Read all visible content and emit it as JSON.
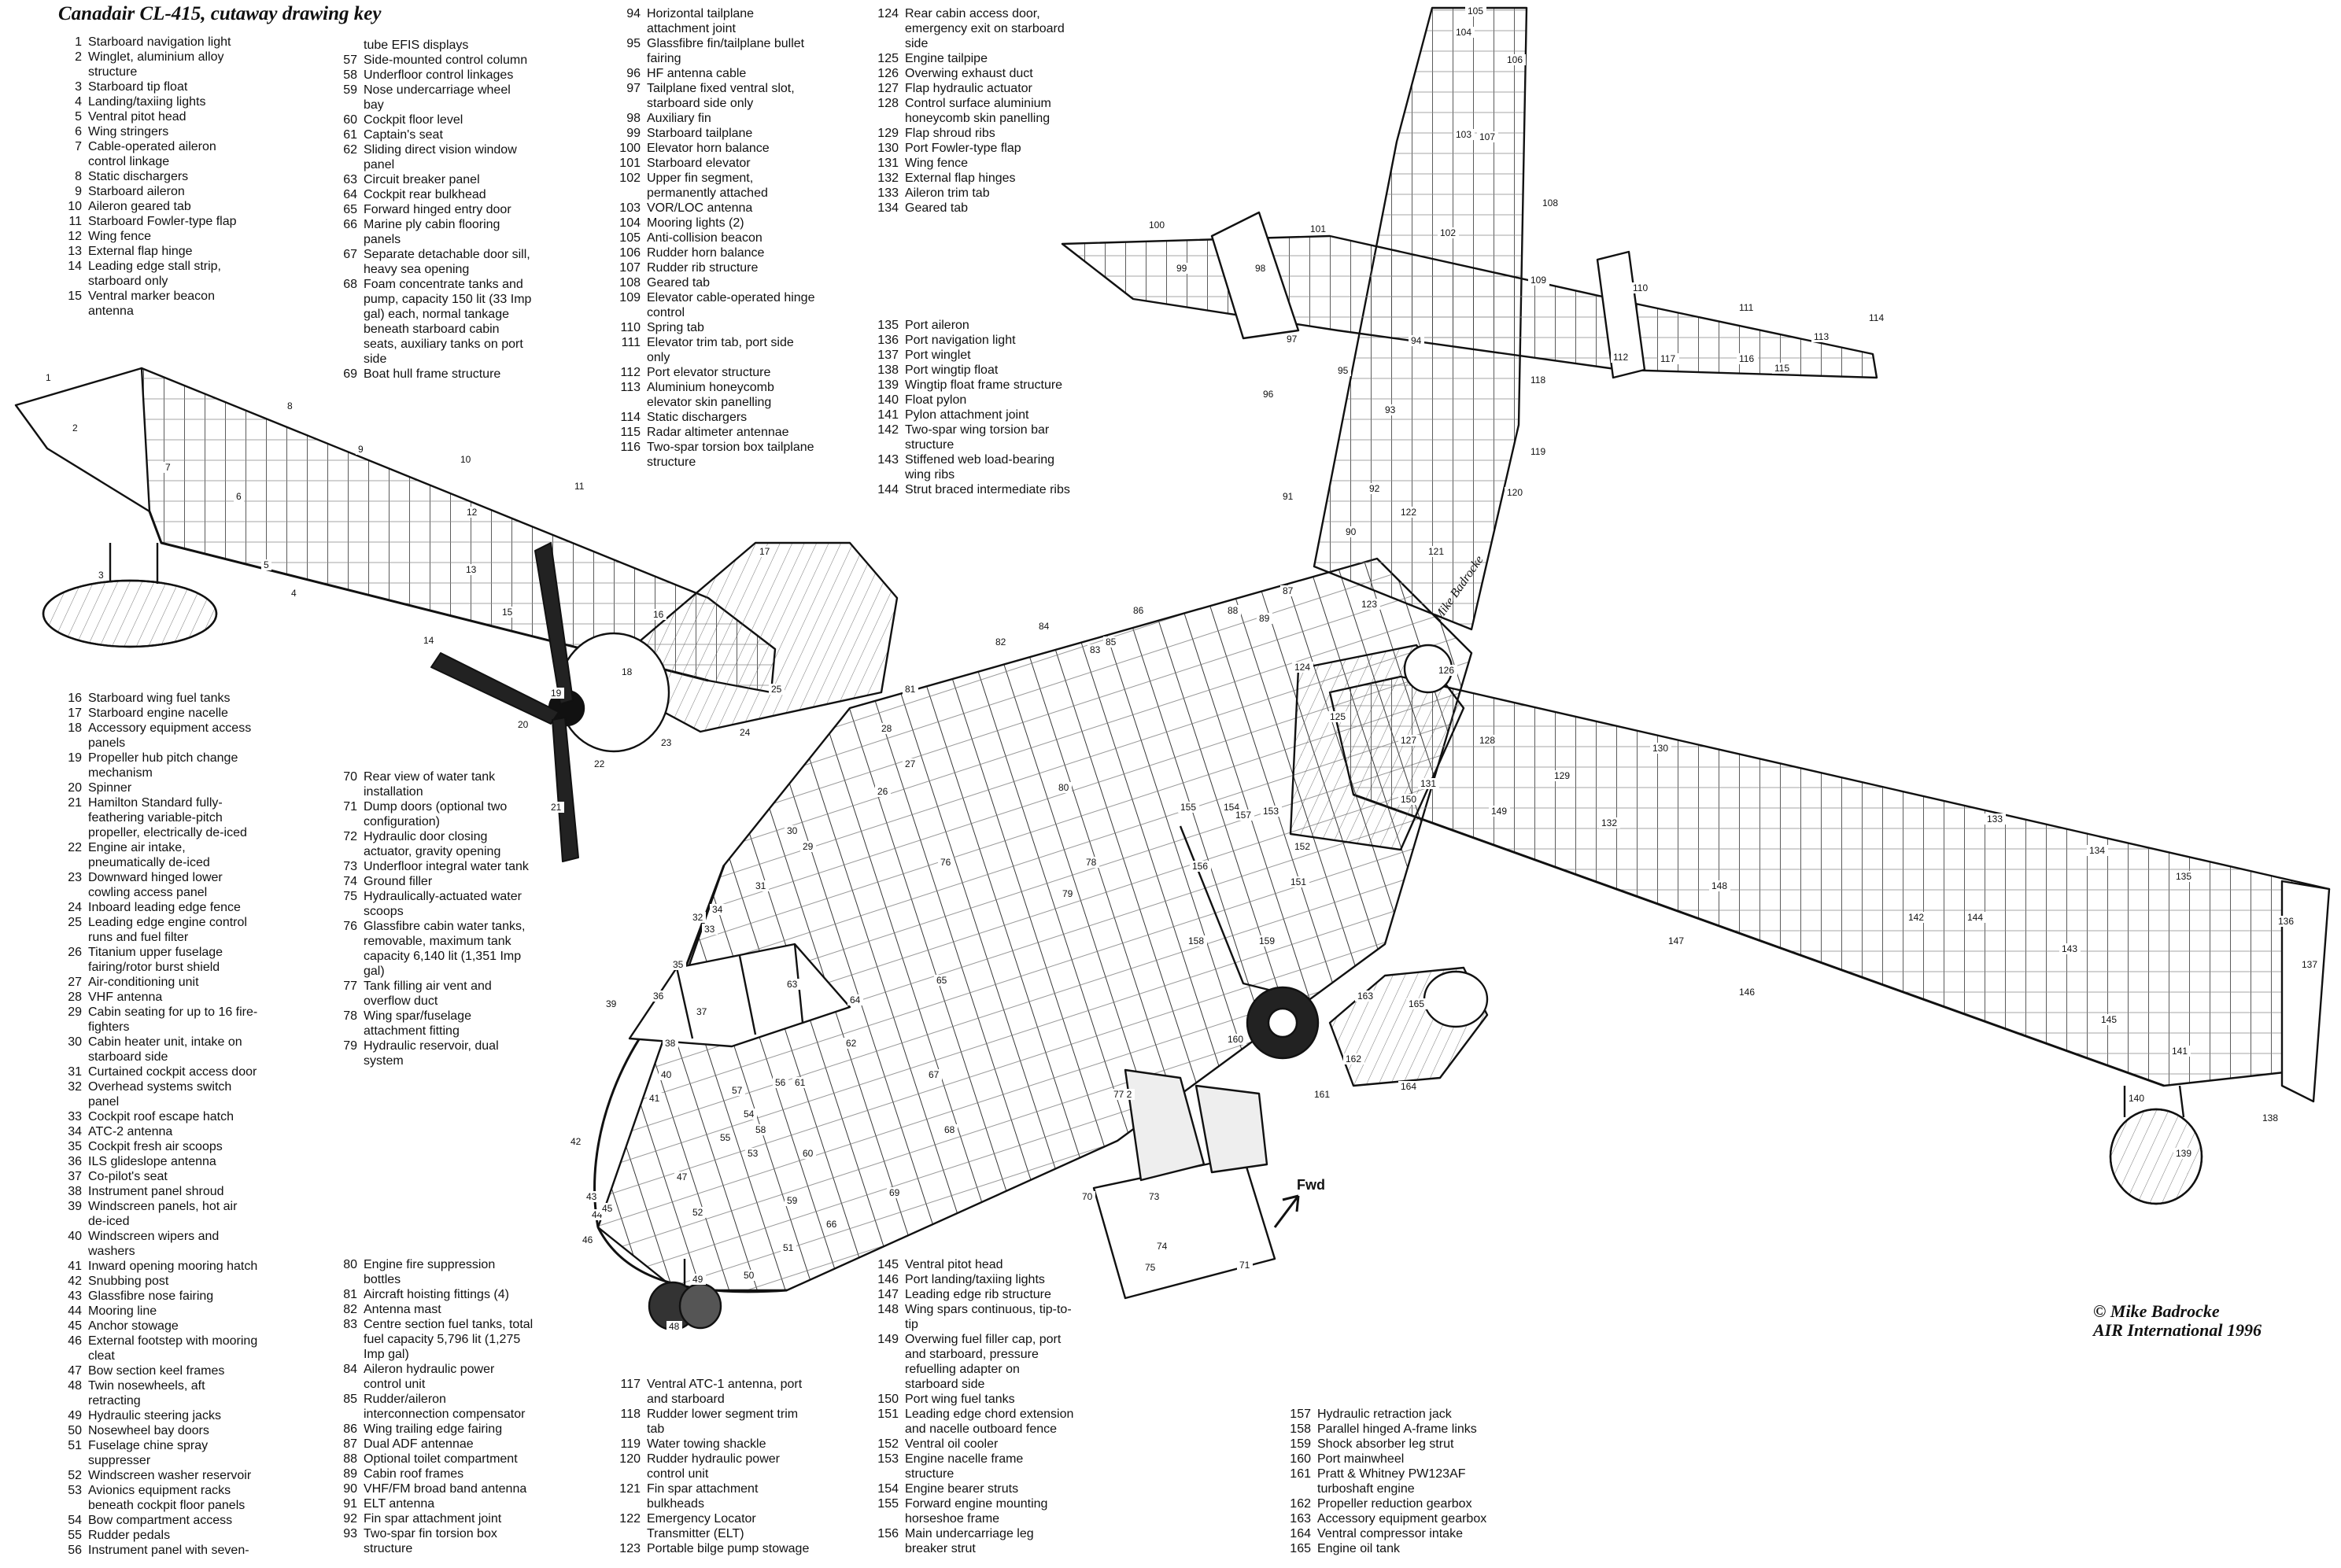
{
  "title": "Canadair CL-415, cutaway drawing key",
  "credit": {
    "line1": "© Mike Badrocke",
    "line2": "AIR International 1996"
  },
  "signature": "Mike Badrocke",
  "fwd_label": "Fwd",
  "key_columns": [
    [
      {
        "n": "1",
        "t": "Starboard navigation light"
      },
      {
        "n": "2",
        "t": "Winglet, aluminium alloy\nstructure"
      },
      {
        "n": "3",
        "t": "Starboard tip float"
      },
      {
        "n": "4",
        "t": "Landing/taxiing lights"
      },
      {
        "n": "5",
        "t": "Ventral pitot head"
      },
      {
        "n": "6",
        "t": "Wing stringers"
      },
      {
        "n": "7",
        "t": "Cable-operated aileron\ncontrol linkage"
      },
      {
        "n": "8",
        "t": "Static dischargers"
      },
      {
        "n": "9",
        "t": "Starboard aileron"
      },
      {
        "n": "10",
        "t": "Aileron geared tab"
      },
      {
        "n": "11",
        "t": "Starboard Fowler-type flap"
      },
      {
        "n": "12",
        "t": "Wing fence"
      },
      {
        "n": "13",
        "t": "External flap hinge"
      },
      {
        "n": "14",
        "t": "Leading edge stall strip,\nstarboard only"
      },
      {
        "n": "15",
        "t": "Ventral marker beacon\nantenna"
      }
    ],
    [
      {
        "n": "",
        "t": "tube EFIS displays"
      },
      {
        "n": "57",
        "t": "Side-mounted control column"
      },
      {
        "n": "58",
        "t": "Underfloor control linkages"
      },
      {
        "n": "59",
        "t": "Nose undercarriage wheel\nbay"
      },
      {
        "n": "60",
        "t": "Cockpit floor level"
      },
      {
        "n": "61",
        "t": "Captain's seat"
      },
      {
        "n": "62",
        "t": "Sliding direct vision window\npanel"
      },
      {
        "n": "63",
        "t": "Circuit breaker panel"
      },
      {
        "n": "64",
        "t": "Cockpit rear bulkhead"
      },
      {
        "n": "65",
        "t": "Forward hinged entry door"
      },
      {
        "n": "66",
        "t": "Marine ply cabin flooring\npanels"
      },
      {
        "n": "67",
        "t": "Separate detachable door sill,\nheavy sea opening"
      },
      {
        "n": "68",
        "t": "Foam concentrate tanks and\npump, capacity 150 lit (33 Imp\ngal) each, normal tankage\nbeneath starboard cabin\nseats, auxiliary tanks on port\nside"
      },
      {
        "n": "69",
        "t": "Boat hull frame structure"
      }
    ],
    [
      {
        "n": "94",
        "t": "Horizontal tailplane\nattachment joint"
      },
      {
        "n": "95",
        "t": "Glassfibre fin/tailplane bullet\nfairing"
      },
      {
        "n": "96",
        "t": "HF antenna cable"
      },
      {
        "n": "97",
        "t": "Tailplane fixed ventral slot,\nstarboard side only"
      },
      {
        "n": "98",
        "t": "Auxiliary fin"
      },
      {
        "n": "99",
        "t": "Starboard tailplane"
      },
      {
        "n": "100",
        "t": "Elevator horn balance"
      },
      {
        "n": "101",
        "t": "Starboard elevator"
      },
      {
        "n": "102",
        "t": "Upper fin segment,\npermanently attached"
      },
      {
        "n": "103",
        "t": "VOR/LOC antenna"
      },
      {
        "n": "104",
        "t": "Mooring lights (2)"
      },
      {
        "n": "105",
        "t": "Anti-collision beacon"
      },
      {
        "n": "106",
        "t": "Rudder horn balance"
      },
      {
        "n": "107",
        "t": "Rudder rib structure"
      },
      {
        "n": "108",
        "t": "Geared tab"
      },
      {
        "n": "109",
        "t": "Elevator cable-operated hinge\ncontrol"
      },
      {
        "n": "110",
        "t": "Spring tab"
      },
      {
        "n": "111",
        "t": "Elevator trim tab, port side\nonly"
      },
      {
        "n": "112",
        "t": "Port elevator structure"
      },
      {
        "n": "113",
        "t": "Aluminium honeycomb\nelevator skin panelling"
      },
      {
        "n": "114",
        "t": "Static dischargers"
      },
      {
        "n": "115",
        "t": "Radar altimeter antennae"
      },
      {
        "n": "116",
        "t": "Two-spar torsion box tailplane\nstructure"
      }
    ],
    [
      {
        "n": "124",
        "t": "Rear cabin access door,\nemergency exit on starboard\nside"
      },
      {
        "n": "125",
        "t": "Engine tailpipe"
      },
      {
        "n": "126",
        "t": "Overwing exhaust duct"
      },
      {
        "n": "127",
        "t": "Flap hydraulic actuator"
      },
      {
        "n": "128",
        "t": "Control surface aluminium\nhoneycomb skin panelling"
      },
      {
        "n": "129",
        "t": "Flap shroud ribs"
      },
      {
        "n": "130",
        "t": "Port Fowler-type flap"
      },
      {
        "n": "131",
        "t": "Wing fence"
      },
      {
        "n": "132",
        "t": "External flap hinges"
      },
      {
        "n": "133",
        "t": "Aileron trim tab"
      },
      {
        "n": "134",
        "t": "Geared tab"
      }
    ],
    [
      {
        "n": "135",
        "t": "Port aileron"
      },
      {
        "n": "136",
        "t": "Port navigation light"
      },
      {
        "n": "137",
        "t": "Port winglet"
      },
      {
        "n": "138",
        "t": "Port wingtip float"
      },
      {
        "n": "139",
        "t": "Wingtip float frame structure"
      },
      {
        "n": "140",
        "t": "Float pylon"
      },
      {
        "n": "141",
        "t": "Pylon attachment joint"
      },
      {
        "n": "142",
        "t": "Two-spar wing torsion bar\nstructure"
      },
      {
        "n": "143",
        "t": "Stiffened web load-bearing\nwing ribs"
      },
      {
        "n": "144",
        "t": "Strut braced intermediate ribs"
      }
    ],
    [
      {
        "n": "16",
        "t": "Starboard wing fuel tanks"
      },
      {
        "n": "17",
        "t": "Starboard engine nacelle"
      },
      {
        "n": "18",
        "t": "Accessory equipment access\npanels"
      },
      {
        "n": "19",
        "t": "Propeller hub pitch change\nmechanism"
      },
      {
        "n": "20",
        "t": "Spinner"
      },
      {
        "n": "21",
        "t": "Hamilton Standard fully-\nfeathering variable-pitch\npropeller, electrically de-iced"
      },
      {
        "n": "22",
        "t": "Engine air intake,\npneumatically de-iced"
      },
      {
        "n": "23",
        "t": "Downward hinged lower\ncowling access panel"
      },
      {
        "n": "24",
        "t": "Inboard leading edge fence"
      },
      {
        "n": "25",
        "t": "Leading edge engine control\nruns and fuel filter"
      },
      {
        "n": "26",
        "t": "Titanium upper fuselage\nfairing/rotor burst shield"
      },
      {
        "n": "27",
        "t": "Air-conditioning unit"
      },
      {
        "n": "28",
        "t": "VHF antenna"
      },
      {
        "n": "29",
        "t": "Cabin seating for up to 16 fire-\nfighters"
      },
      {
        "n": "30",
        "t": "Cabin heater unit, intake on\nstarboard side"
      },
      {
        "n": "31",
        "t": "Curtained cockpit access door"
      },
      {
        "n": "32",
        "t": "Overhead systems switch\npanel"
      },
      {
        "n": "33",
        "t": "Cockpit roof escape hatch"
      },
      {
        "n": "34",
        "t": "ATC-2 antenna"
      },
      {
        "n": "35",
        "t": "Cockpit fresh air scoops"
      },
      {
        "n": "36",
        "t": "ILS glideslope antenna"
      },
      {
        "n": "37",
        "t": "Co-pilot's seat"
      },
      {
        "n": "38",
        "t": "Instrument panel shroud"
      },
      {
        "n": "39",
        "t": "Windscreen panels, hot air\nde-iced"
      },
      {
        "n": "40",
        "t": "Windscreen wipers and\nwashers"
      },
      {
        "n": "41",
        "t": "Inward opening mooring hatch"
      },
      {
        "n": "42",
        "t": "Snubbing post"
      },
      {
        "n": "43",
        "t": "Glassfibre nose fairing"
      },
      {
        "n": "44",
        "t": "Mooring line"
      },
      {
        "n": "45",
        "t": "Anchor stowage"
      },
      {
        "n": "46",
        "t": "External footstep with mooring\ncleat"
      },
      {
        "n": "47",
        "t": "Bow section keel frames"
      },
      {
        "n": "48",
        "t": "Twin nosewheels, aft\nretracting"
      },
      {
        "n": "49",
        "t": "Hydraulic steering jacks"
      },
      {
        "n": "50",
        "t": "Nosewheel bay doors"
      },
      {
        "n": "51",
        "t": "Fuselage chine spray\nsuppresser"
      },
      {
        "n": "52",
        "t": "Windscreen washer reservoir"
      },
      {
        "n": "53",
        "t": "Avionics equipment racks\nbeneath cockpit floor panels"
      },
      {
        "n": "54",
        "t": "Bow compartment access"
      },
      {
        "n": "55",
        "t": "Rudder pedals"
      },
      {
        "n": "56",
        "t": "Instrument panel with seven-"
      }
    ],
    [
      {
        "n": "70",
        "t": "Rear view of water tank\ninstallation"
      },
      {
        "n": "71",
        "t": "Dump doors (optional two\nconfiguration)"
      },
      {
        "n": "72",
        "t": "Hydraulic door closing\nactuator, gravity opening"
      },
      {
        "n": "73",
        "t": "Underfloor integral water tank"
      },
      {
        "n": "74",
        "t": "Ground filler"
      },
      {
        "n": "75",
        "t": "Hydraulically-actuated water\nscoops"
      },
      {
        "n": "76",
        "t": "Glassfibre cabin water tanks,\nremovable, maximum tank\ncapacity 6,140 lit (1,351 Imp\ngal)"
      },
      {
        "n": "77",
        "t": "Tank filling air vent and\noverflow duct"
      },
      {
        "n": "78",
        "t": "Wing spar/fuselage\nattachment fitting"
      },
      {
        "n": "79",
        "t": "Hydraulic reservoir, dual\nsystem"
      }
    ],
    [
      {
        "n": "80",
        "t": "Engine fire suppression\nbottles"
      },
      {
        "n": "81",
        "t": "Aircraft hoisting fittings (4)"
      },
      {
        "n": "82",
        "t": "Antenna mast"
      },
      {
        "n": "83",
        "t": "Centre section fuel tanks, total\nfuel capacity 5,796 lit (1,275\nImp gal)"
      },
      {
        "n": "84",
        "t": "Aileron hydraulic power\ncontrol unit"
      },
      {
        "n": "85",
        "t": "Rudder/aileron\ninterconnection compensator"
      },
      {
        "n": "86",
        "t": "Wing trailing edge fairing"
      },
      {
        "n": "87",
        "t": "Dual ADF antennae"
      },
      {
        "n": "88",
        "t": "Optional toilet compartment"
      },
      {
        "n": "89",
        "t": "Cabin roof frames"
      },
      {
        "n": "90",
        "t": "VHF/FM broad band antenna"
      },
      {
        "n": "91",
        "t": "ELT antenna"
      },
      {
        "n": "92",
        "t": "Fin spar attachment joint"
      },
      {
        "n": "93",
        "t": "Two-spar fin torsion box\nstructure"
      }
    ],
    [
      {
        "n": "117",
        "t": "Ventral ATC-1 antenna, port\nand starboard"
      },
      {
        "n": "118",
        "t": "Rudder lower segment trim\ntab"
      },
      {
        "n": "119",
        "t": "Water towing shackle"
      },
      {
        "n": "120",
        "t": "Rudder hydraulic power\ncontrol unit"
      },
      {
        "n": "121",
        "t": "Fin spar attachment\nbulkheads"
      },
      {
        "n": "122",
        "t": "Emergency Locator\nTransmitter (ELT)"
      },
      {
        "n": "123",
        "t": "Portable bilge pump stowage"
      }
    ],
    [
      {
        "n": "145",
        "t": "Ventral pitot head"
      },
      {
        "n": "146",
        "t": "Port landing/taxiing lights"
      },
      {
        "n": "147",
        "t": "Leading edge rib structure"
      },
      {
        "n": "148",
        "t": "Wing spars continuous, tip-to-\ntip"
      },
      {
        "n": "149",
        "t": "Overwing fuel filler cap, port\nand starboard, pressure\nrefuelling adapter on\nstarboard side"
      },
      {
        "n": "150",
        "t": "Port wing fuel tanks"
      },
      {
        "n": "151",
        "t": "Leading edge chord extension\nand nacelle outboard fence"
      },
      {
        "n": "152",
        "t": "Ventral oil cooler"
      },
      {
        "n": "153",
        "t": "Engine nacelle frame\nstructure"
      },
      {
        "n": "154",
        "t": "Engine bearer struts"
      },
      {
        "n": "155",
        "t": "Forward engine mounting\nhorseshoe frame"
      },
      {
        "n": "156",
        "t": "Main undercarriage leg\nbreaker strut"
      }
    ],
    [
      {
        "n": "157",
        "t": "Hydraulic retraction jack"
      },
      {
        "n": "158",
        "t": "Parallel hinged A-frame links"
      },
      {
        "n": "159",
        "t": "Shock absorber leg strut"
      },
      {
        "n": "160",
        "t": "Port mainwheel"
      },
      {
        "n": "161",
        "t": "Pratt & Whitney PW123AF\nturboshaft engine"
      },
      {
        "n": "162",
        "t": "Propeller reduction gearbox"
      },
      {
        "n": "163",
        "t": "Accessory equipment gearbox"
      },
      {
        "n": "164",
        "t": "Ventral compressor intake"
      },
      {
        "n": "165",
        "t": "Engine oil tank"
      }
    ]
  ],
  "callouts": [
    "1",
    "2",
    "3",
    "4",
    "5",
    "6",
    "7",
    "8",
    "9",
    "10",
    "11",
    "12",
    "13",
    "14",
    "15",
    "16",
    "17",
    "18",
    "19",
    "20",
    "21",
    "22",
    "23",
    "24",
    "25",
    "26",
    "27",
    "28",
    "29",
    "30",
    "31",
    "32",
    "33",
    "34",
    "35",
    "36",
    "37",
    "38",
    "39",
    "40",
    "41",
    "42",
    "43",
    "44",
    "45",
    "46",
    "47",
    "48",
    "49",
    "50",
    "51",
    "52",
    "53",
    "54",
    "55",
    "56",
    "57",
    "58",
    "59",
    "60",
    "61",
    "62",
    "63",
    "64",
    "65",
    "66",
    "67",
    "68",
    "69",
    "70",
    "71",
    "72",
    "73",
    "74",
    "75",
    "76",
    "77",
    "78",
    "79",
    "80",
    "81",
    "82",
    "83",
    "84",
    "85",
    "86",
    "87",
    "88",
    "89",
    "90",
    "91",
    "92",
    "93",
    "94",
    "95",
    "96",
    "97",
    "98",
    "99",
    "100",
    "101",
    "102",
    "103",
    "104",
    "105",
    "106",
    "107",
    "108",
    "109",
    "110",
    "111",
    "112",
    "113",
    "114",
    "115",
    "116",
    "117",
    "118",
    "119",
    "120",
    "121",
    "122",
    "123",
    "124",
    "125",
    "126",
    "127",
    "128",
    "129",
    "130",
    "131",
    "132",
    "133",
    "134",
    "135",
    "136",
    "137",
    "138",
    "139",
    "140",
    "141",
    "142",
    "143",
    "144",
    "145",
    "146",
    "147",
    "148",
    "149",
    "150",
    "151",
    "152",
    "153",
    "154",
    "155",
    "156",
    "157",
    "158",
    "159",
    "160",
    "161",
    "162",
    "163",
    "164",
    "165"
  ]
}
